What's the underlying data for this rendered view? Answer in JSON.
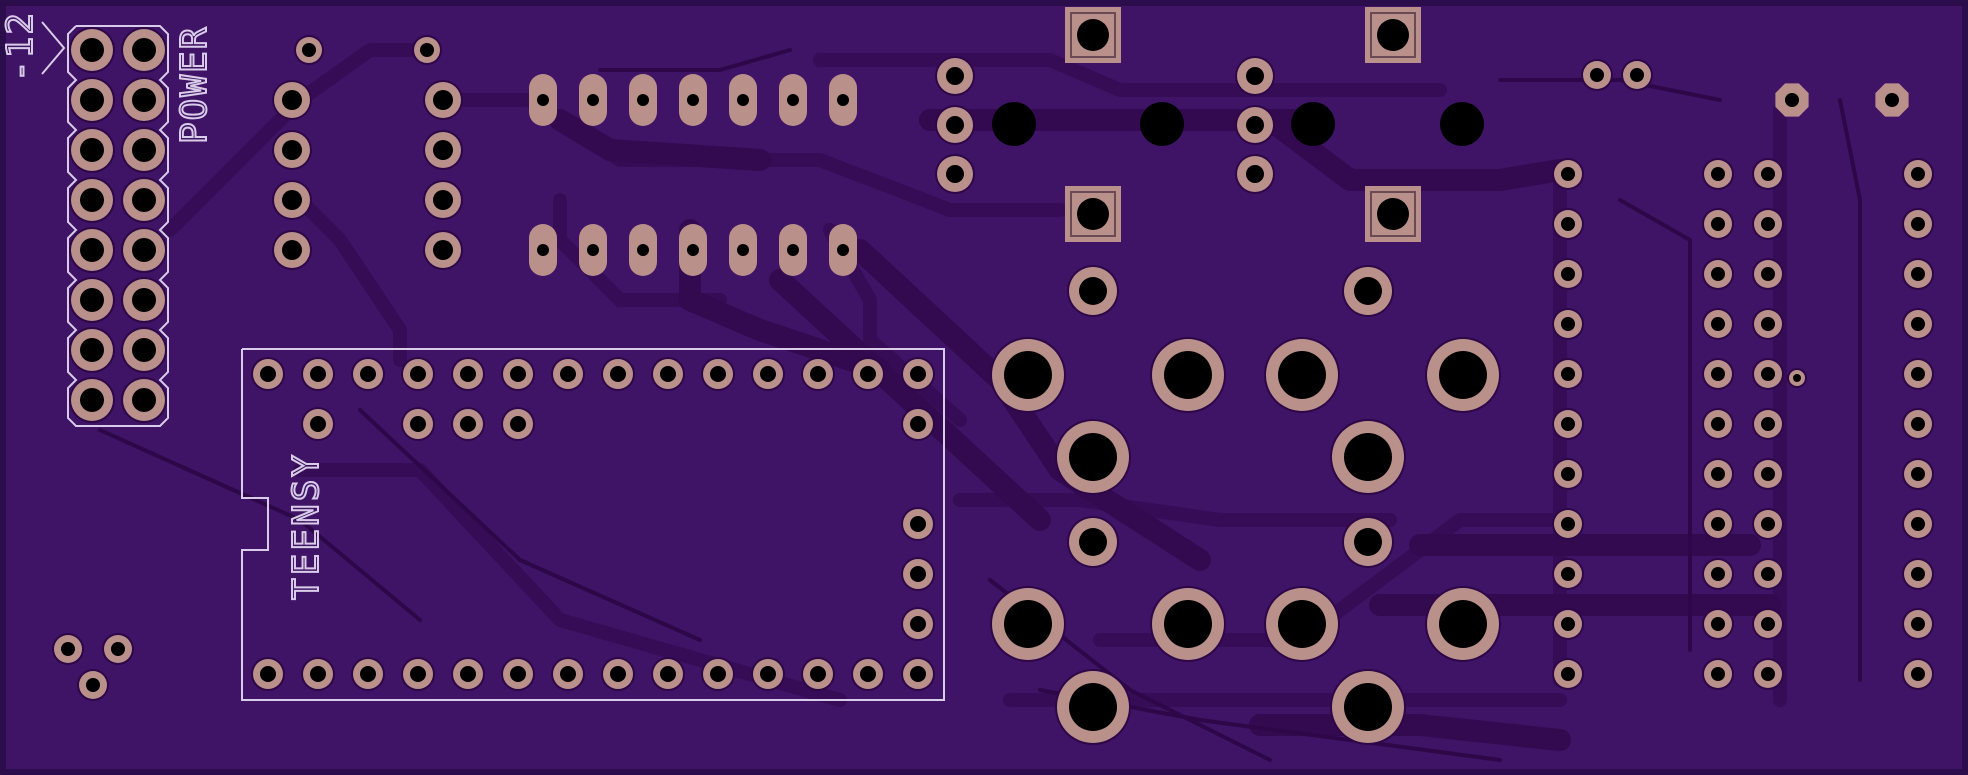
{
  "colors": {
    "board": "#3f1365",
    "board_edge": "#2a0d4a",
    "trace": "#33094f",
    "trace_edge": "#2e0748",
    "copper": "#b9908a",
    "hole": "#000000",
    "silk": "#d8cce8"
  },
  "silkscreen": {
    "power_label": "POWER",
    "minus12_label": "-12",
    "teensy_label": "TEENSY"
  }
}
